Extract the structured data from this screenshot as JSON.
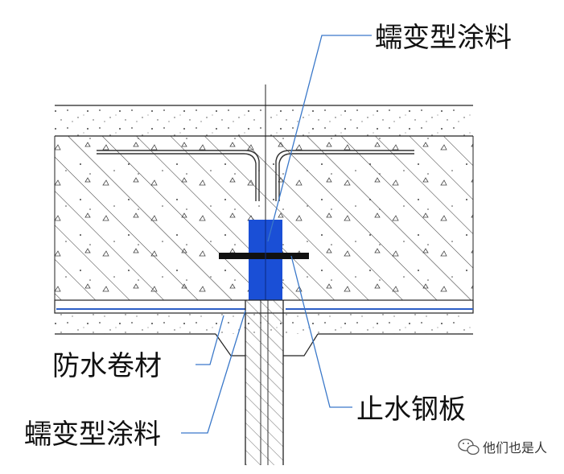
{
  "labels": {
    "top_coating": "蠕变型涂料",
    "membrane": "防水卷材",
    "bottom_coating": "蠕变型涂料",
    "water_stop": "止水钢板"
  },
  "watermark": {
    "icon": "wechat-icon",
    "text": "他们也是人"
  },
  "colors": {
    "leader": "#3a78c9",
    "water_stop_plate": "#1a4fd6",
    "membrane_line": "#2d5fc7",
    "linework": "#222222"
  }
}
